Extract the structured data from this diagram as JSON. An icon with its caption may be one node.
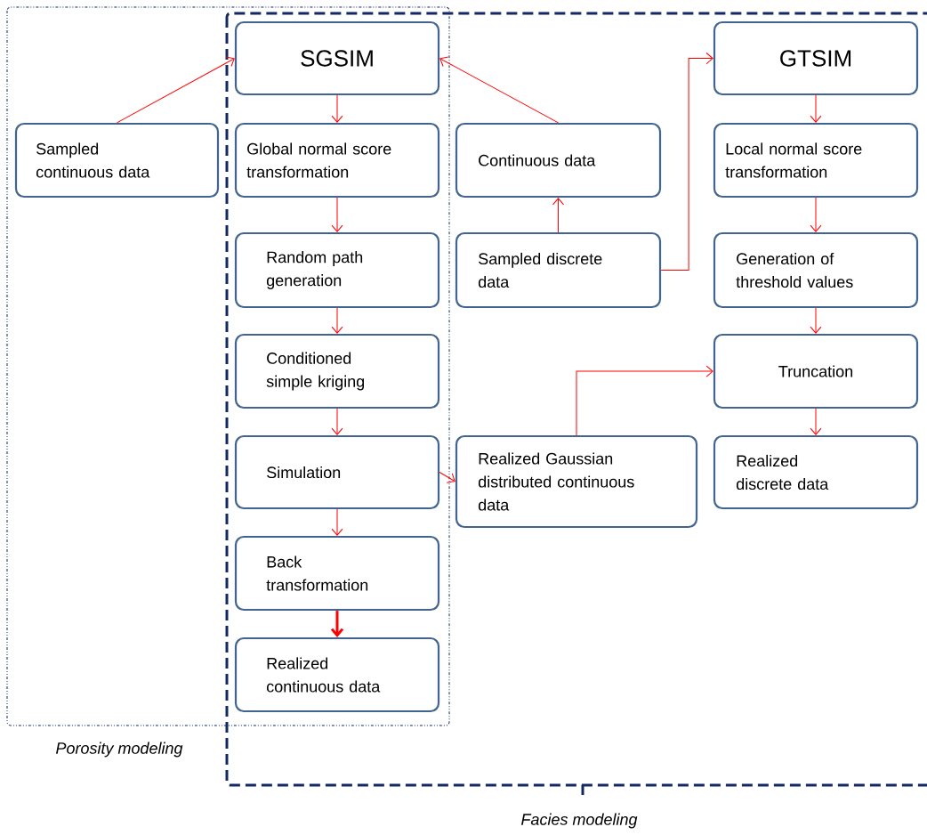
{
  "diagram": {
    "nodes": [
      {
        "text": [
          "Porosity modeling"
        ]
      },
      {
        "text": [
          "Facies modeling"
        ]
      },
      {
        "text": [
          "Sampled continuous data"
        ],
        "in": 0
      },
      {
        "text": [
          "SGSIM"
        ]
      },
      {
        "text": [
          "Global normal score transformation"
        ]
      },
      {
        "text": [
          "Random path generation"
        ]
      },
      {
        "text": [
          "Conditioned simple kriging"
        ]
      },
      {
        "text": [
          "Simulation"
        ]
      },
      {
        "text": [
          "Back transformation"
        ]
      },
      {
        "text": [
          "Realized continuous data"
        ]
      },
      {
        "text": [
          "Continuous data"
        ],
        "in": 1
      },
      {
        "text": [
          "Sampled discrete data"
        ],
        "in": 1
      },
      {
        "text": [
          "Realized Gaussian distributed continuous data"
        ],
        "in": 1
      },
      {
        "text": [
          "GTSIM"
        ],
        "in": 1
      },
      {
        "text": [
          "Local normal score transformation"
        ],
        "in": 1
      },
      {
        "text": [
          "Generation of threshold values"
        ],
        "in": 1
      },
      {
        "text": [
          "Truncation"
        ],
        "in": 1
      },
      {
        "text": [
          "Realized discrete data"
        ],
        "in": 1
      }
    ],
    "edges": [
      {
        "from": 2,
        "to": 3,
        "arrow": "to"
      },
      {
        "from": 3,
        "to": 4,
        "arrow": "to"
      },
      {
        "from": 4,
        "to": 5,
        "arrow": "to"
      },
      {
        "from": 5,
        "to": 6,
        "arrow": "to"
      },
      {
        "from": 6,
        "to": 7,
        "arrow": "to"
      },
      {
        "from": 7,
        "to": 8,
        "arrow": "to"
      },
      {
        "from": 8,
        "to": 9,
        "arrow": "to",
        "style": "thick"
      },
      {
        "from": 10,
        "to": 3,
        "arrow": "to"
      },
      {
        "from": 11,
        "to": 10,
        "arrow": "to"
      },
      {
        "from": 11,
        "to": 13,
        "arrow": "to"
      },
      {
        "from": 7,
        "to": 12,
        "arrow": "to"
      },
      {
        "from": 12,
        "to": 16,
        "arrow": "to"
      },
      {
        "from": 13,
        "to": 14,
        "arrow": "to"
      },
      {
        "from": 14,
        "to": 15,
        "arrow": "to"
      },
      {
        "from": 15,
        "to": 16,
        "arrow": "to"
      },
      {
        "from": 16,
        "to": 17,
        "arrow": "to"
      }
    ]
  }
}
